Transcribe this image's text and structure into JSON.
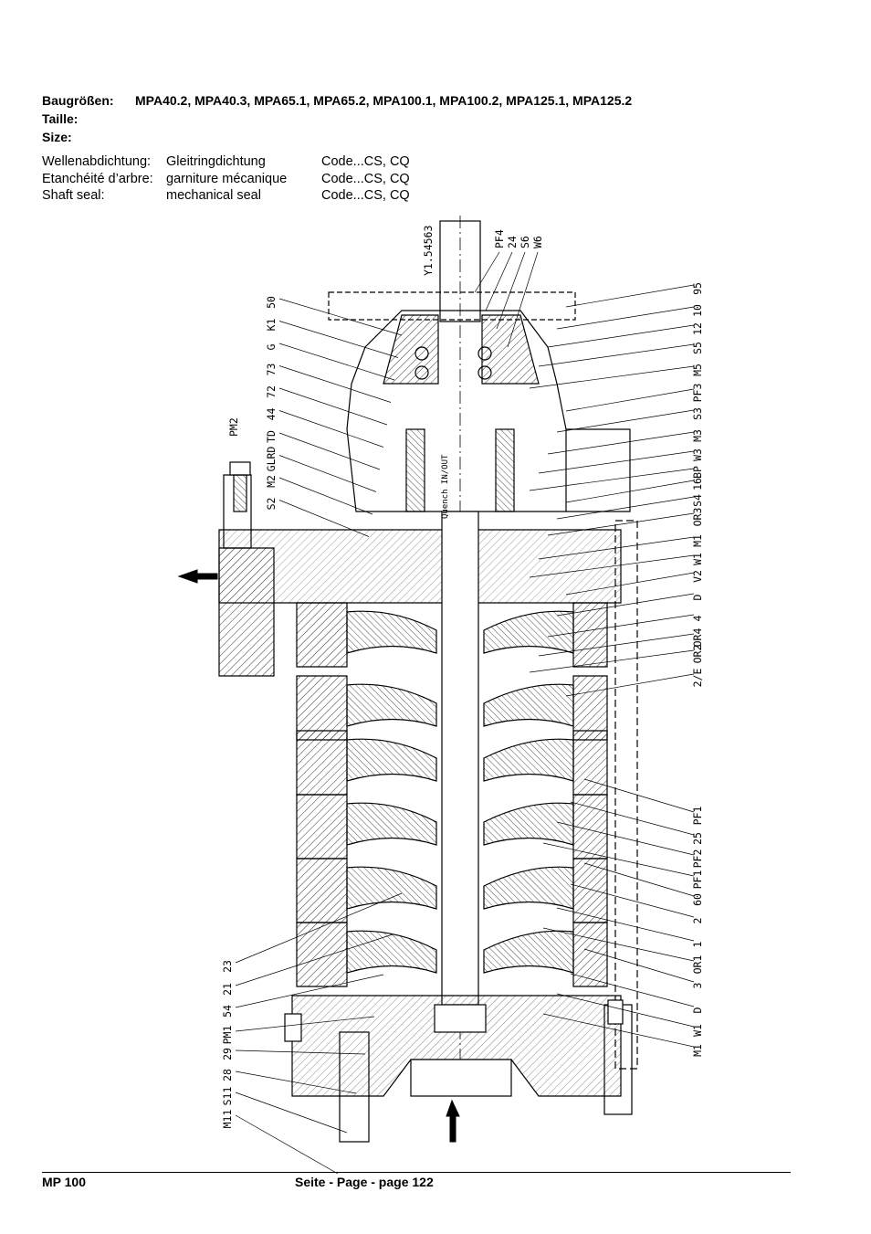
{
  "header": {
    "size_label_de": "Baugrößen:",
    "sizes": "MPA40.2, MPA40.3, MPA65.1, MPA65.2, MPA100.1, MPA100.2, MPA125.1, MPA125.2",
    "size_label_fr": "Taille:",
    "size_label_en": "Size:"
  },
  "seal": {
    "rows": [
      {
        "label": "Wellenabdichtung:",
        "value": "Gleitringdichtung",
        "code": "Code...CS, CQ"
      },
      {
        "label": "Etanchéité d’arbre:",
        "value": "garniture mécanique",
        "code": "Code...CS, CQ"
      },
      {
        "label": "Shaft seal:",
        "value": "mechanical seal",
        "code": "Code...CS, CQ"
      }
    ]
  },
  "drawing": {
    "ref_number": "Y1.54563",
    "quench_text": "Quench IN/OUT",
    "top_labels": [
      "PF4",
      "24",
      "S6",
      "W6"
    ],
    "left_labels": [
      "50",
      "K1",
      "G",
      "73",
      "72",
      "44",
      "TD",
      "GLRD",
      "M2",
      "S2"
    ],
    "pm2_label": "PM2",
    "left_lower_labels": [
      "23",
      "21",
      "54",
      "PM1",
      "29",
      "28",
      "S11",
      "M11"
    ],
    "right_labels": [
      "95",
      "10",
      "12",
      "S5",
      "M5",
      "PF3",
      "S3",
      "M3",
      "W3",
      "BP",
      "16",
      "S4",
      "OR3",
      "M1",
      "W1",
      "V2",
      "D",
      "4",
      "OR4",
      "OR2",
      "2/E"
    ],
    "right_lower_labels": [
      "PF1",
      "25",
      "PF2",
      "PF1",
      "60",
      "2",
      "1",
      "OR1",
      "3",
      "D",
      "W1",
      "M1"
    ]
  },
  "footer": {
    "left": "MP 100",
    "center": "Seite - Page - page 122"
  }
}
